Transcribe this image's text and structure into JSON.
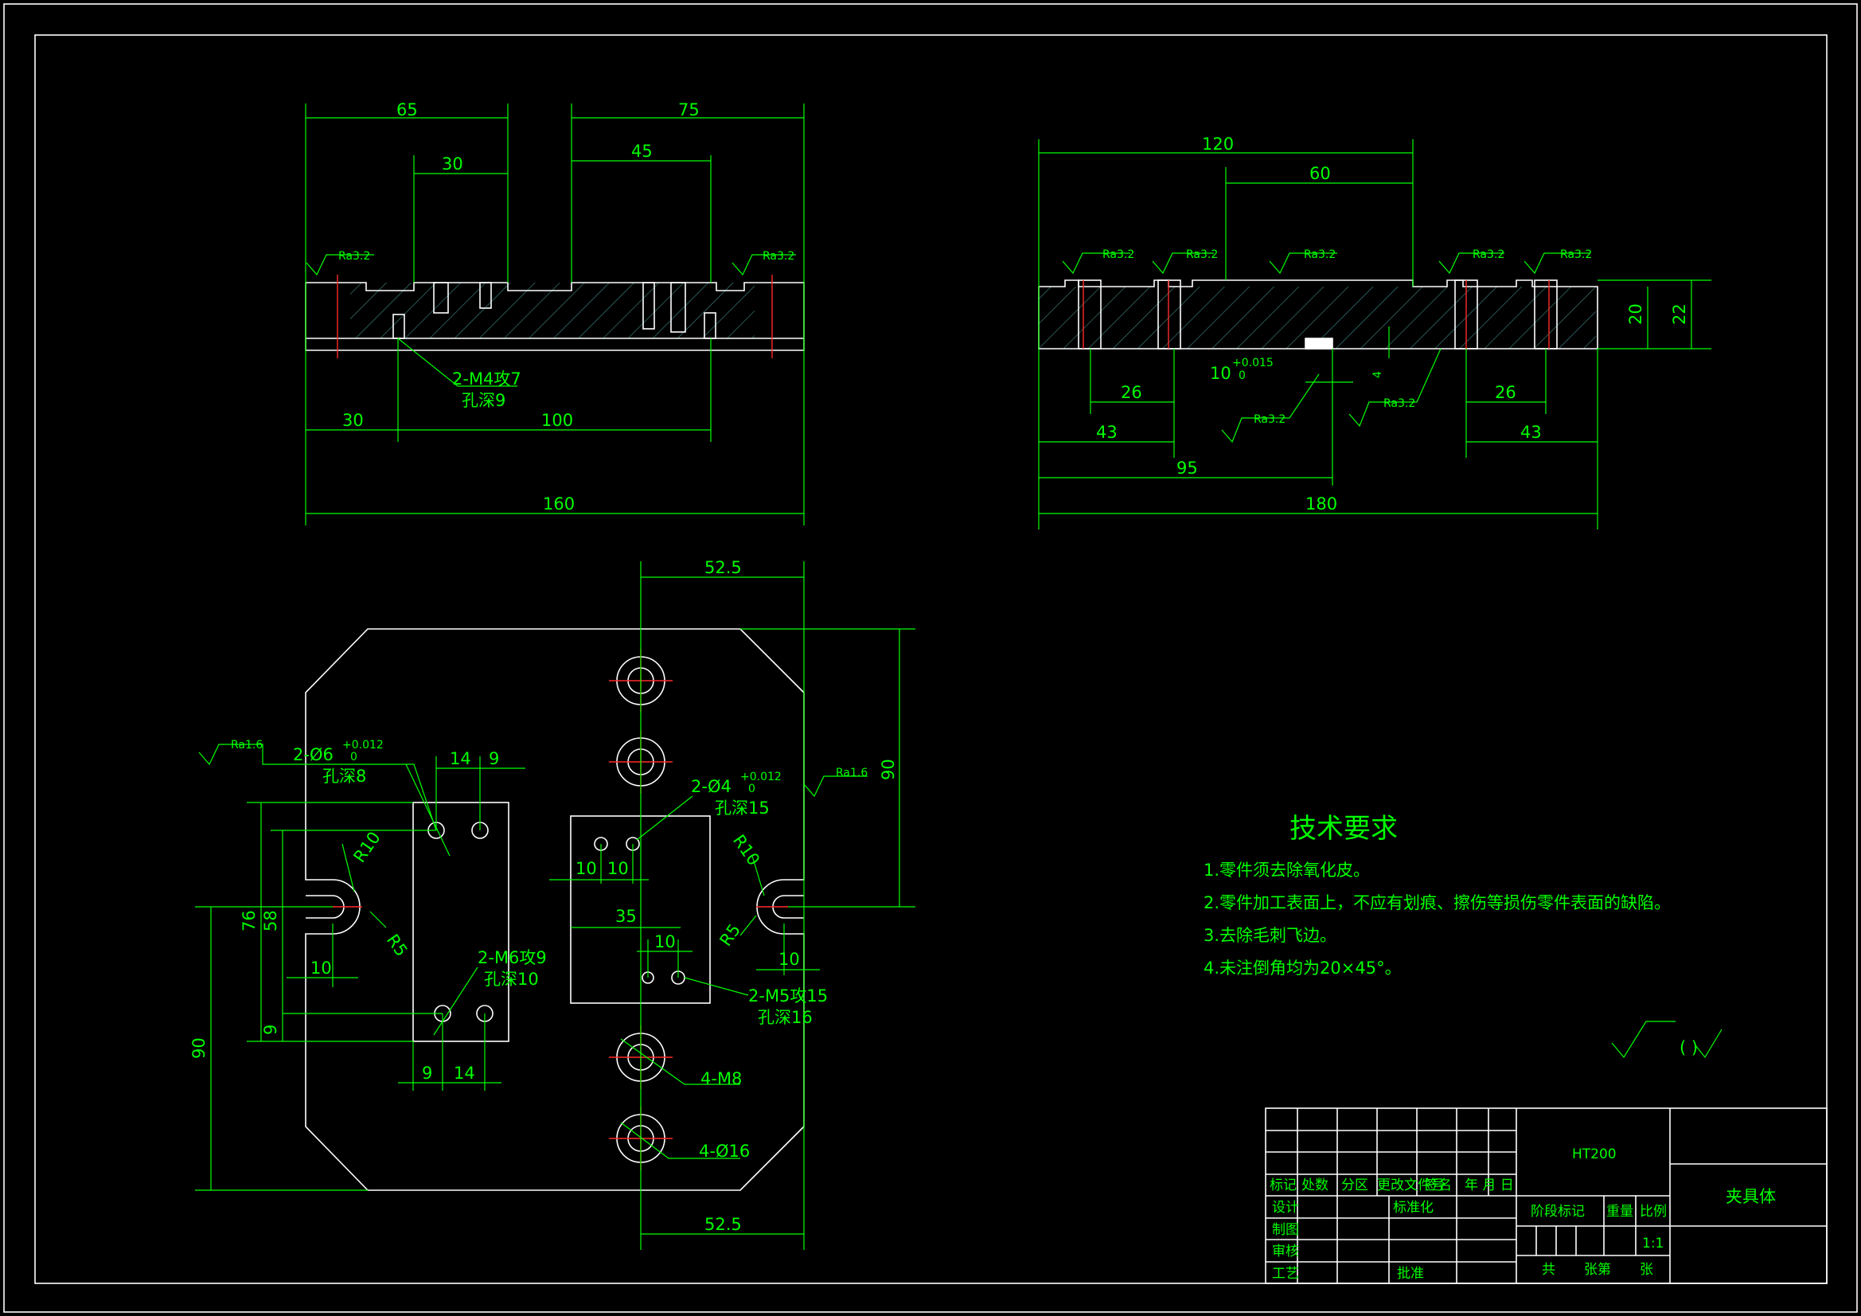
{
  "drawing": {
    "colors": {
      "background": "#000000",
      "outline": "#ffffff",
      "dimension": "#00ff00",
      "centerline": "#ff2a2a",
      "hatch": "#3a7a7a"
    },
    "top_left_view": {
      "dims": {
        "d65": "65",
        "d75": "75",
        "d30a": "30",
        "d45": "45",
        "d30b": "30",
        "d100": "100",
        "d160": "160"
      },
      "roughness": {
        "left": "Ra3.2",
        "right": "Ra3.2"
      },
      "callout": {
        "line1": "2-M4攻7",
        "line2": "孔深9"
      }
    },
    "top_right_view": {
      "dims": {
        "d120": "120",
        "d60": "60",
        "d26a": "26",
        "d43a": "43",
        "d95": "95",
        "d180": "180",
        "d26b": "26",
        "d43b": "43",
        "d20": "20",
        "d22": "22",
        "d4": "4",
        "d10": "10"
      },
      "tolerance": {
        "upper": "+0.015",
        "lower": "0"
      },
      "roughness": {
        "r1": "Ra3.2",
        "r2": "Ra3.2",
        "r3": "Ra3.2",
        "r4": "Ra3.2",
        "r5": "Ra3.2",
        "r6": "Ra3.2",
        "r7": "Ra3.2"
      }
    },
    "plan_view": {
      "dims": {
        "d52top": "52.5",
        "d52bot": "52.5",
        "d90right": "90",
        "d14a": "14",
        "d9a": "9",
        "d10a": "10",
        "d10b": "10",
        "d35": "35",
        "d10c": "10",
        "d76": "76",
        "d58": "58",
        "d10d": "10",
        "d9b": "9",
        "d9c": "9",
        "d14b": "14",
        "d10e": "10",
        "d90left": "90",
        "r10a": "R10",
        "r5a": "R5",
        "r10b": "R10",
        "r5b": "R5"
      },
      "roughness": {
        "left": "Ra1.6",
        "right": "Ra1.6"
      },
      "callouts": {
        "phi6": {
          "line1": "2-Ø6",
          "tol_upper": "+0.012",
          "tol_lower": "0",
          "line2": "孔深8"
        },
        "phi4": {
          "line1": "2-Ø4",
          "tol_upper": "+0.012",
          "tol_lower": "0",
          "line2": "孔深15"
        },
        "m6": {
          "line1": "2-M6攻9",
          "line2": "孔深10"
        },
        "m5": {
          "line1": "2-M5攻15",
          "line2": "孔深16"
        },
        "m8": "4-M8",
        "phi16": "4-Ø16"
      }
    },
    "requirements": {
      "title": "技术要求",
      "items": [
        "1.零件须去除氧化皮。",
        "2.零件加工表面上，不应有划痕、擦伤等损伤零件表面的缺陷。",
        "3.去除毛刺飞边。",
        "4.未注倒角均为20×45°。"
      ],
      "general_roughness": "(  )"
    },
    "title_block": {
      "material": "HT200",
      "part_name": "夹具体",
      "scale": "1:1",
      "headers": [
        "标记",
        "处数",
        "分区",
        "更改文件号",
        "签名",
        "年 月 日"
      ],
      "rows": {
        "design": "设计",
        "standard": "标准化",
        "draw": "制图",
        "check": "审核",
        "process": "工艺",
        "approve": "批准"
      },
      "stage": "阶段标记",
      "weight": "重量",
      "ratio": "比例",
      "sheet_total": "共",
      "sheet_no": "张第",
      "sheet_unit": "张"
    }
  }
}
